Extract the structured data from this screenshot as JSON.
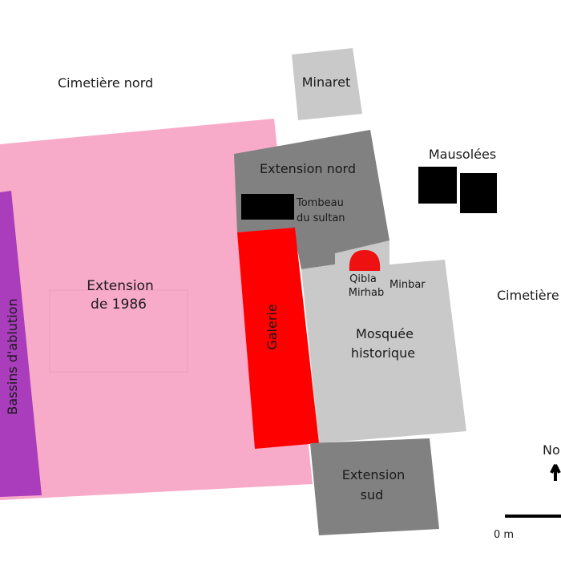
{
  "labels": {
    "cimetiere_nord": "Cimetière nord",
    "minaret": "Minaret",
    "mausolees": "Mausolées",
    "extension_nord": "Extension nord",
    "tombeau_line1": "Tombeau",
    "tombeau_line2": "du sultan",
    "extension_1986_line1": "Extension",
    "extension_1986_line2": "de 1986",
    "galerie": "Galerie",
    "bassins": "Bassins d'ablution",
    "qibla": "Qibla",
    "mirhab": "Mirhab",
    "minbar": "Minbar",
    "mosquee_line1": "Mosquée",
    "mosquee_line2": "historique",
    "cimetiere_est": "Cimetière",
    "extension_sud_line1": "Extension",
    "extension_sud_line2": "sud",
    "north": "No",
    "scale_zero": "0 m"
  },
  "colors": {
    "extension_1986": "#f8aac9",
    "bassins": "#a93dbc",
    "galerie": "#ff0000",
    "dark_grey": "#818181",
    "light_grey": "#c9c9c9",
    "black": "#000000",
    "mirhab": "#ee1111"
  }
}
